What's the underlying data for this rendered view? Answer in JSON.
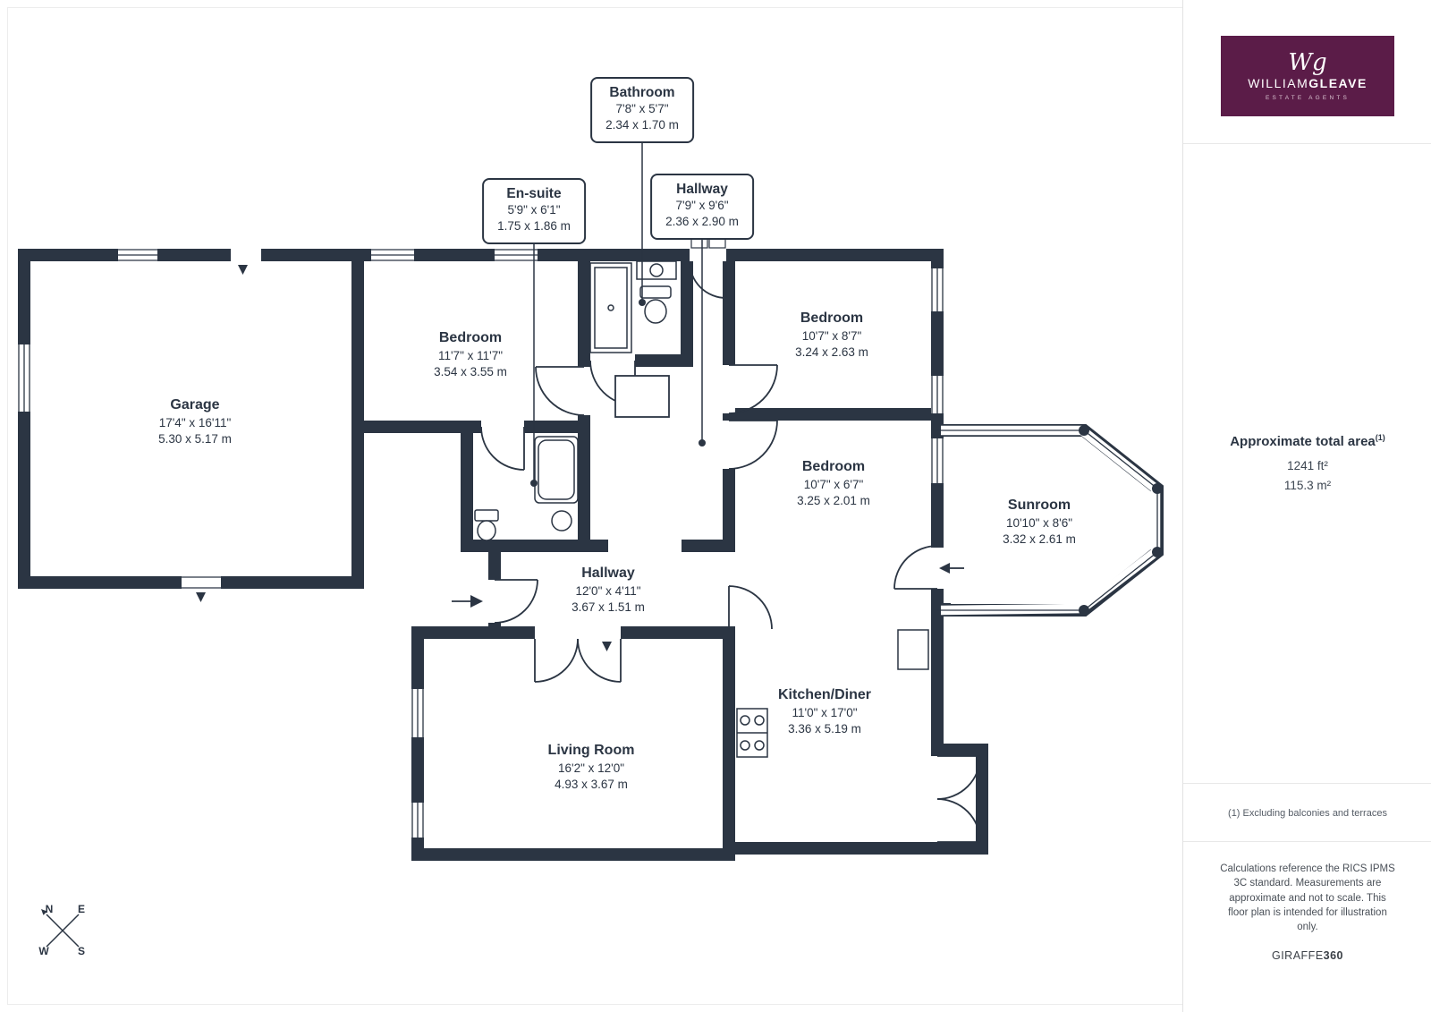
{
  "floorplan": {
    "rooms": [
      {
        "name": "Garage",
        "imperial": "17'4\" x 16'11\"",
        "metric": "5.30 x 5.17 m"
      },
      {
        "name": "Bedroom",
        "imperial": "11'7\" x 11'7\"",
        "metric": "3.54 x 3.55 m"
      },
      {
        "name": "Bedroom",
        "imperial": "10'7\" x 8'7\"",
        "metric": "3.24 x 2.63 m"
      },
      {
        "name": "Bedroom",
        "imperial": "10'7\" x 6'7\"",
        "metric": "3.25 x 2.01 m"
      },
      {
        "name": "Sunroom",
        "imperial": "10'10\" x 8'6\"",
        "metric": "3.32 x 2.61 m"
      },
      {
        "name": "Hallway",
        "imperial": "12'0\" x 4'11\"",
        "metric": "3.67 x 1.51 m"
      },
      {
        "name": "Kitchen/Diner",
        "imperial": "11'0\" x 17'0\"",
        "metric": "3.36 x 5.19 m"
      },
      {
        "name": "Living Room",
        "imperial": "16'2\" x 12'0\"",
        "metric": "4.93 x 3.67 m"
      }
    ],
    "callouts": [
      {
        "name": "Bathroom",
        "imperial": "7'8\" x 5'7\"",
        "metric": "2.34 x 1.70 m"
      },
      {
        "name": "En-suite",
        "imperial": "5'9\" x 6'1\"",
        "metric": "1.75 x 1.86 m"
      },
      {
        "name": "Hallway",
        "imperial": "7'9\" x 9'6\"",
        "metric": "2.36 x 2.90 m"
      }
    ],
    "compass": {
      "n": "N",
      "e": "E",
      "w": "W",
      "s": "S"
    }
  },
  "sidebar": {
    "logo": {
      "monogram": "Wg",
      "brand_first": "WILLIAM",
      "brand_second": "GLEAVE",
      "tagline": "ESTATE AGENTS"
    },
    "area": {
      "title": "Approximate total area",
      "superscript": "(1)",
      "imperial": "1241 ft²",
      "metric": "115.3 m²"
    },
    "footnote": "(1) Excluding balconies and terraces",
    "disclaimer": "Calculations reference the RICS IPMS 3C standard. Measurements are approximate and not to scale. This floor plan is intended for illustration only.",
    "credit": {
      "regular": "GIRAFFE",
      "bold": "360"
    }
  },
  "colors": {
    "wall": "#2b3543",
    "logo_bg": "#5b1c48",
    "divider": "#e2e2e2",
    "text_muted": "#4a5058"
  }
}
